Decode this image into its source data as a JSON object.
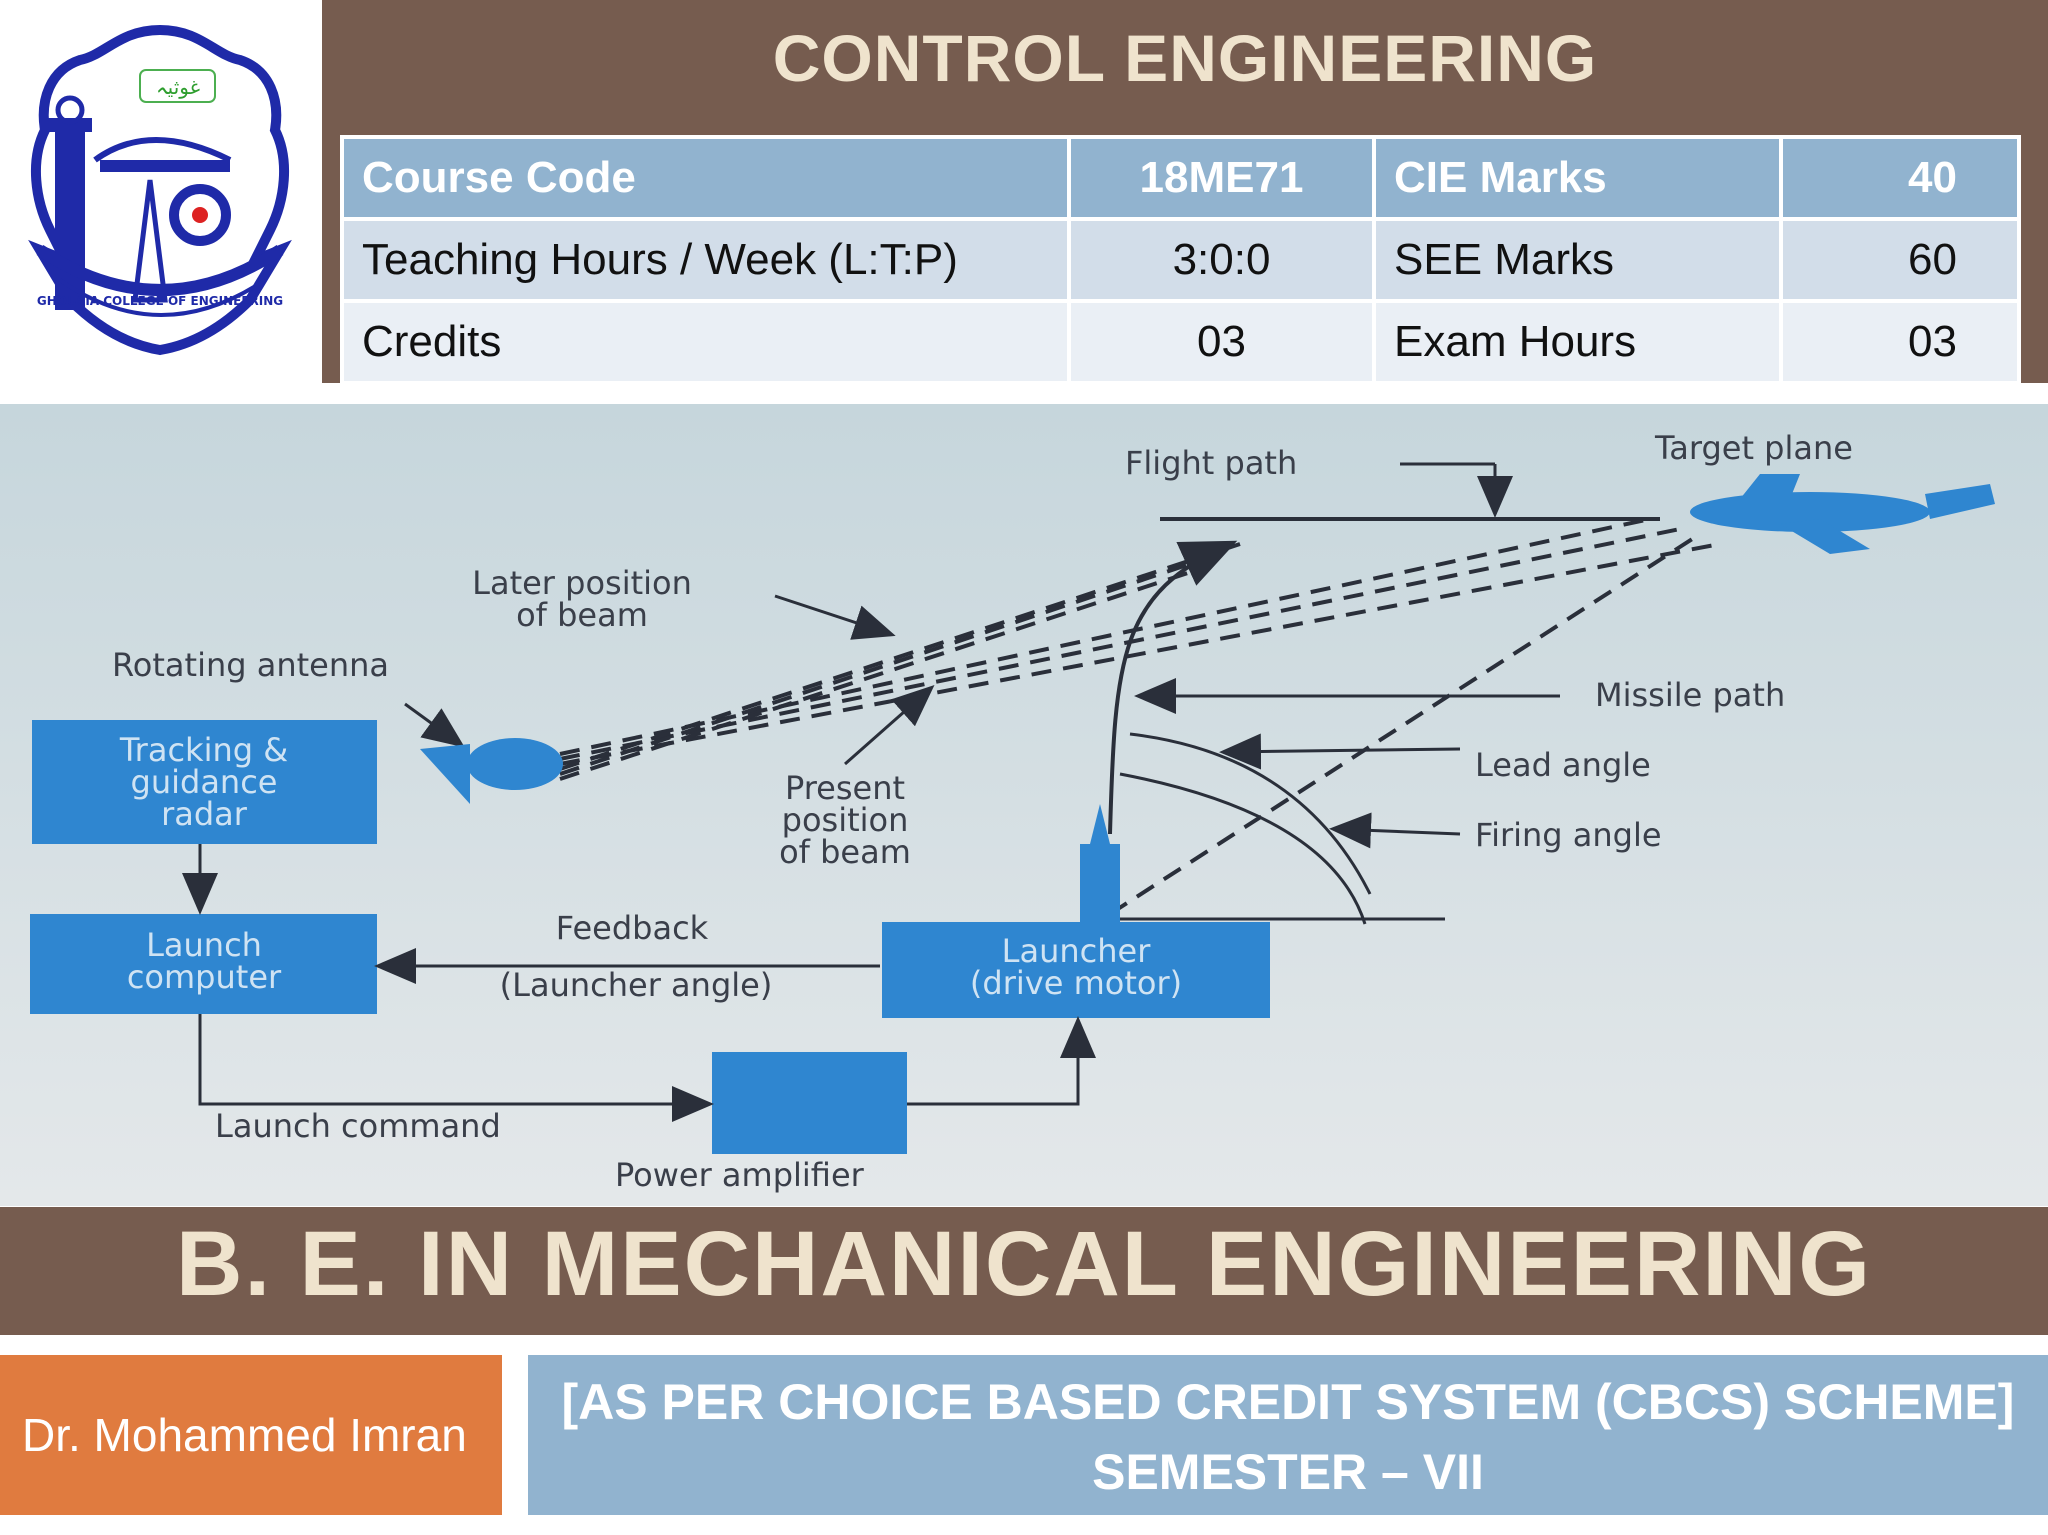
{
  "header": {
    "title": "CONTROL ENGINEERING"
  },
  "logo": {
    "text": "GHOUSIA COLLEGE OF ENGINEERING",
    "arabic_text": "غوثیہ"
  },
  "course_table": {
    "rows": [
      [
        "Course Code",
        "18ME71",
        "CIE Marks",
        "40"
      ],
      [
        "Teaching Hours / Week (L:T:P)",
        "3:0:0",
        "SEE Marks",
        "60"
      ],
      [
        "Credits",
        "03",
        "Exam Hours",
        "03"
      ]
    ]
  },
  "diagram": {
    "labels": {
      "flight_path": "Flight path",
      "target_plane": "Target plane",
      "later_position_1": "Later position",
      "later_position_2": "of beam",
      "rotating_antenna": "Rotating antenna",
      "tracking_1": "Tracking &",
      "tracking_2": "guidance",
      "tracking_3": "radar",
      "present_1": "Present",
      "present_2": "position",
      "present_3": "of beam",
      "missile_path": "Missile path",
      "lead_angle": "Lead angle",
      "firing_angle": "Firing angle",
      "launch_computer_1": "Launch",
      "launch_computer_2": "computer",
      "feedback_1": "Feedback",
      "feedback_2": "(Launcher angle)",
      "launcher_1": "Launcher",
      "launcher_2": "(drive motor)",
      "launch_command": "Launch command",
      "power_amplifier": "Power amplifier"
    },
    "colors": {
      "background": "#c9d8de",
      "box": "#2f86d0",
      "line": "#2a2f3a"
    }
  },
  "footer": {
    "subtitle": "B. E. IN MECHANICAL ENGINEERING",
    "author": "Dr. Mohammed Imran",
    "scheme_line1": "[AS PER CHOICE BASED CREDIT SYSTEM (CBCS) SCHEME]",
    "scheme_line2": "SEMESTER – VII"
  },
  "colors": {
    "band": "#765c4f",
    "title_text": "#efe3cd",
    "table_head": "#91b3cf",
    "author_box": "#e07b3f",
    "scheme_box": "#91b3cf"
  }
}
